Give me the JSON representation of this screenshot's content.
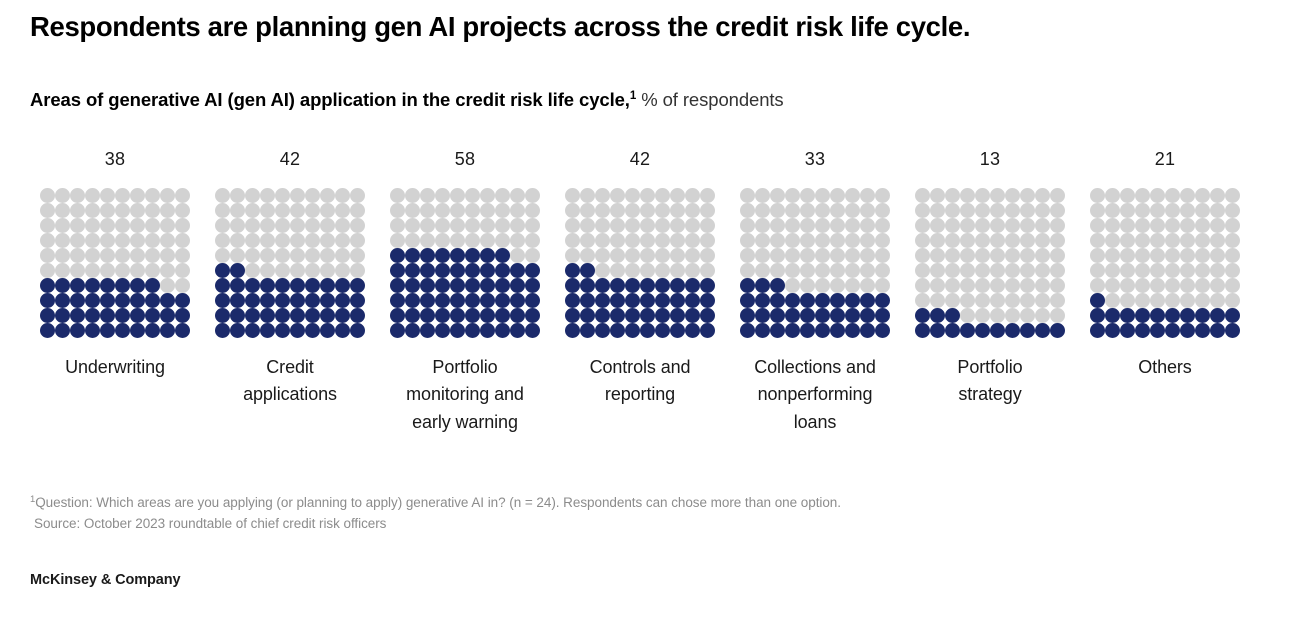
{
  "header": {
    "title": "Respondents are planning gen AI projects across the credit risk life cycle.",
    "subtitle_strong": "Areas of generative AI (gen AI) application in the credit risk life cycle,",
    "subtitle_superscript": "1",
    "subtitle_units": " % of respondents"
  },
  "colors": {
    "filled": "#1b2a6b",
    "empty": "#d2d2d2",
    "text": "#1a1a1a",
    "footnote": "#8c8c8c"
  },
  "chart_data": {
    "type": "bar",
    "subtype": "waffle",
    "title": "Areas of generative AI (gen AI) application in the credit risk life cycle, % of respondents",
    "xlabel": "",
    "ylabel": "% of respondents",
    "ylim": [
      0,
      100
    ],
    "grid_cells": 100,
    "grid_columns": 10,
    "grid_rows": 10,
    "fill_order": "bottom-left-row-major",
    "unit": "%",
    "categories": [
      "Underwriting",
      "Credit applications",
      "Portfolio monitoring and early warning",
      "Controls and reporting",
      "Collections and nonperforming loans",
      "Portfolio strategy",
      "Others"
    ],
    "values": [
      38,
      42,
      58,
      42,
      33,
      13,
      21
    ]
  },
  "waffles": [
    {
      "value": "38",
      "label": "Underwriting",
      "filled": 38
    },
    {
      "value": "42",
      "label": "Credit\napplications",
      "filled": 42
    },
    {
      "value": "58",
      "label": "Portfolio\nmonitoring and\nearly warning",
      "filled": 58
    },
    {
      "value": "42",
      "label": "Controls and\nreporting",
      "filled": 42
    },
    {
      "value": "33",
      "label": "Collections and\nnonperforming\nloans",
      "filled": 33
    },
    {
      "value": "13",
      "label": "Portfolio\nstrategy",
      "filled": 13
    },
    {
      "value": "21",
      "label": "Others",
      "filled": 21
    }
  ],
  "footnotes": {
    "superscript": "1",
    "question": "Question: Which areas are you applying (or planning to apply) generative AI in?  (n = 24). Respondents can chose more than one option.",
    "source": "Source: October 2023 roundtable of chief credit risk officers"
  },
  "brand": "McKinsey & Company"
}
